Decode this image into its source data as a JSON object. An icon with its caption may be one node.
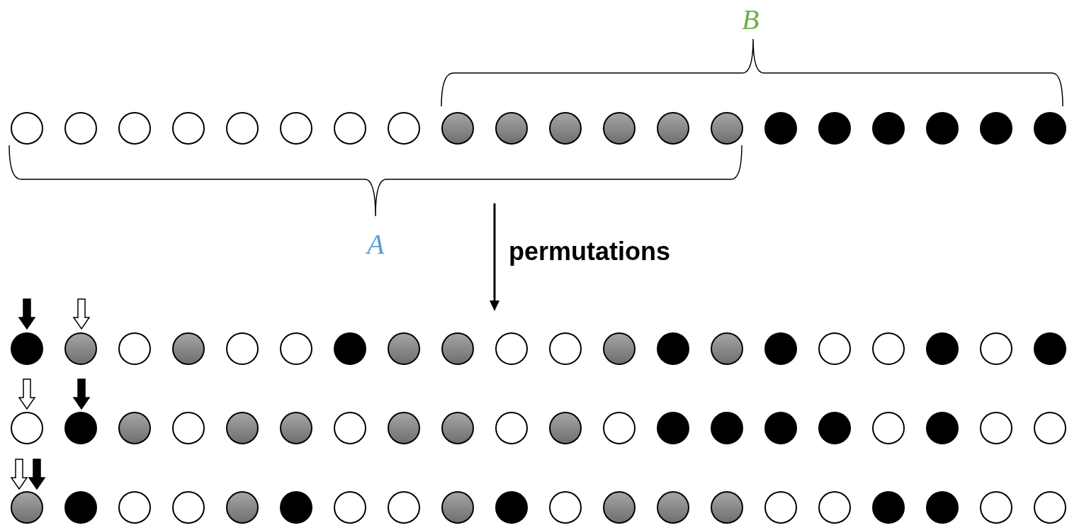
{
  "diagram": {
    "labels": [
      "B",
      "A",
      "permutations"
    ]
  }
}
